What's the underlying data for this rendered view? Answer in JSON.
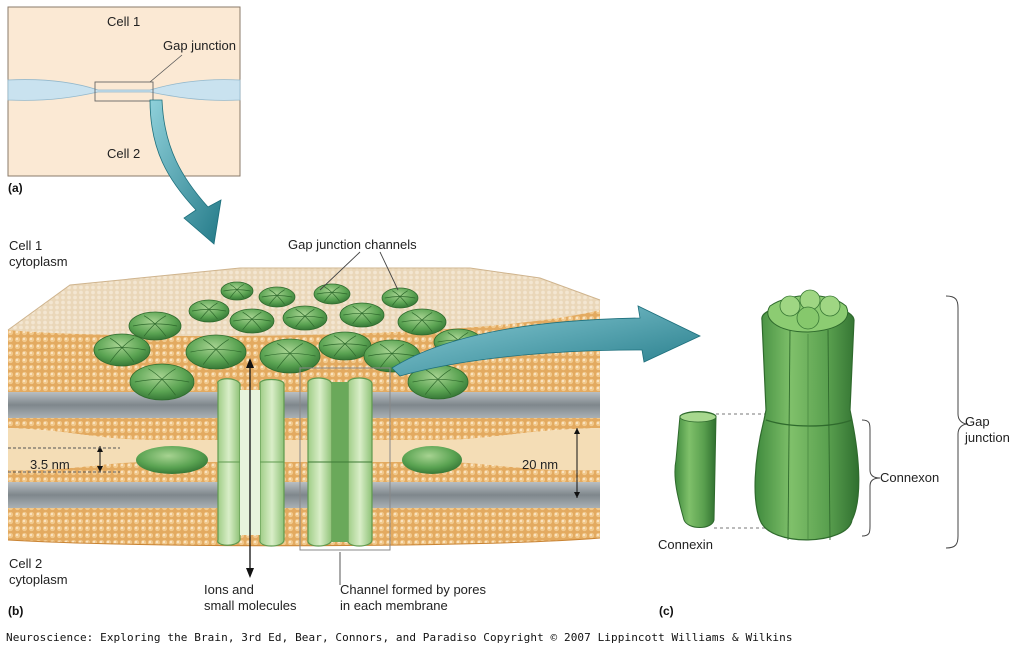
{
  "colors": {
    "membrane_orange": "#e1a14f",
    "membrane_light": "#f2d6aa",
    "tail_gray": "#8c9398",
    "channel_green": "#4f9a4a",
    "channel_light": "#cfe6b8",
    "arrow_teal": "#2f8e9e",
    "inset_bg": "#fbe9d4",
    "inset_membrane": "#c9e2ef"
  },
  "panel_a": {
    "label": "(a)",
    "cell1": "Cell 1",
    "gap_junction": "Gap junction",
    "cell2": "Cell 2"
  },
  "panel_b": {
    "label": "(b)",
    "cell1_cytoplasm": "Cell 1\ncytoplasm",
    "cell2_cytoplasm": "Cell 2\ncytoplasm",
    "gap_junction_channels": "Gap junction channels",
    "spacing_gap": "3.5 nm",
    "spacing_thickness": "20 nm",
    "ions": "Ions and\nsmall molecules",
    "channel_pores": "Channel formed by pores\nin each membrane"
  },
  "panel_c": {
    "label": "(c)",
    "connexin": "Connexin",
    "connexon": "Connexon",
    "gap_junction": "Gap\njunction"
  },
  "credit": "Neuroscience: Exploring the Brain, 3rd Ed, Bear, Connors, and Paradiso Copyright © 2007 Lippincott Williams & Wilkins"
}
